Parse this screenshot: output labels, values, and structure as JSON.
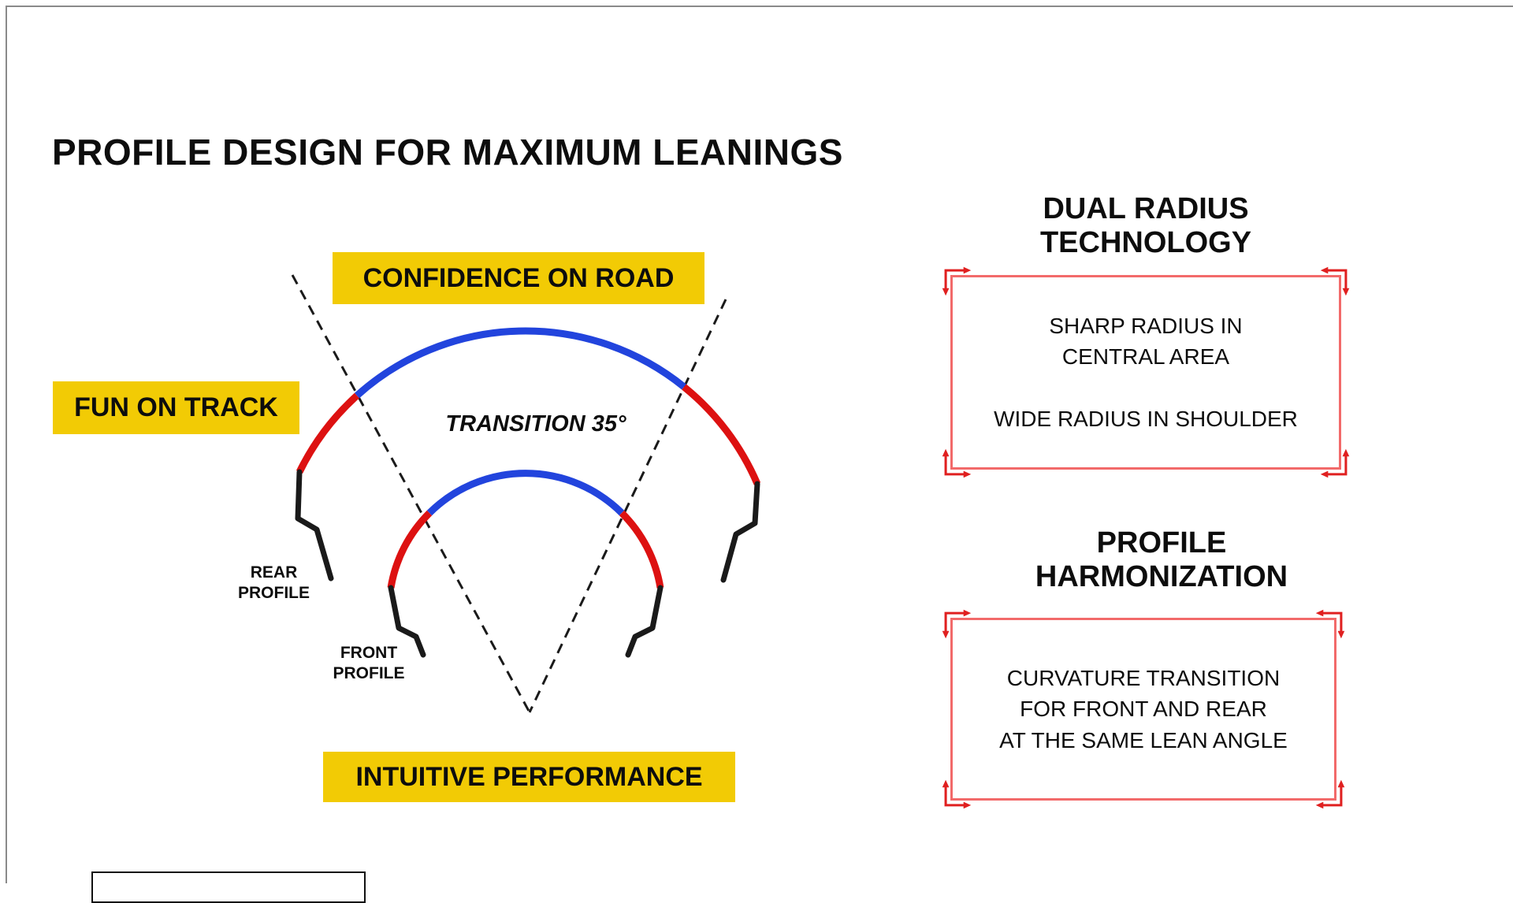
{
  "title": "PROFILE DESIGN FOR MAXIMUM LEANINGS",
  "diagram": {
    "confidence_label": "CONFIDENCE ON ROAD",
    "fun_label": "FUN ON TRACK",
    "intuitive_label": "INTUITIVE PERFORMANCE",
    "transition_label": "TRANSITION 35°",
    "rear_profile_label": "REAR\nPROFILE",
    "front_profile_label": "FRONT\nPROFILE"
  },
  "panels": [
    {
      "heading": "DUAL RADIUS\nTECHNOLOGY",
      "paragraphs": [
        "SHARP RADIUS IN\nCENTRAL AREA",
        "WIDE RADIUS IN SHOULDER"
      ]
    },
    {
      "heading": "PROFILE\nHARMONIZATION",
      "paragraphs": [
        "CURVATURE TRANSITION\nFOR FRONT AND REAR\nAT THE SAME LEAN ANGLE"
      ]
    }
  ],
  "colors": {
    "yellow": "#f2cb05",
    "arc_blue": "#2244dd",
    "arc_red": "#dd1111",
    "arc_black": "#1a1a1a",
    "box_border_red": "#f26a6a",
    "corner_red": "#e02020",
    "text_black": "#111111"
  }
}
